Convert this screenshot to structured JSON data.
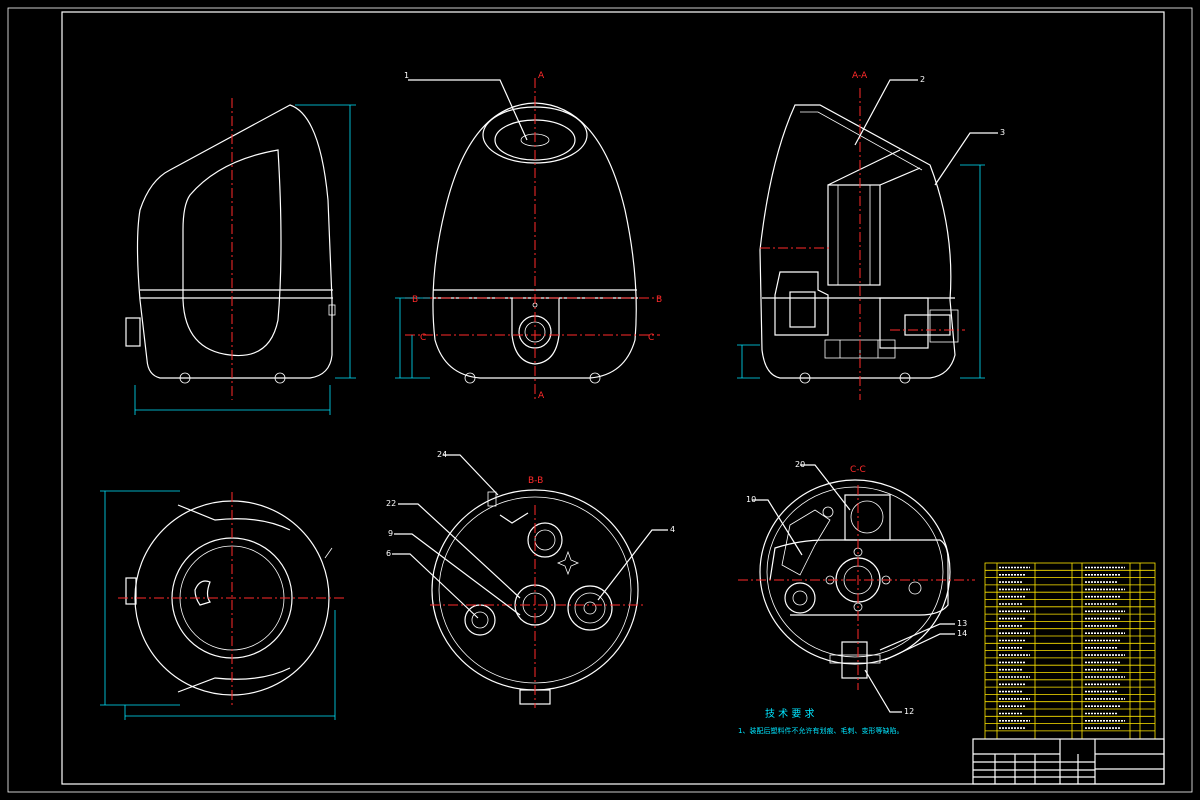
{
  "section_labels": {
    "a_top": "A",
    "a_bottom": "A",
    "b_left": "B",
    "b_right": "B",
    "c_left": "C",
    "c_right": "C",
    "aa_title": "A-A",
    "bb_title": "B-B",
    "cc_title": "C-C"
  },
  "balloons": {
    "front": "1",
    "aa_1": "2",
    "aa_2": "3",
    "bb_top": "24",
    "bb_22": "22",
    "bb_9": "9",
    "bb_6": "6",
    "bb_4": "4",
    "cc_20": "20",
    "cc_10": "10",
    "cc_13": "13",
    "cc_14": "14",
    "cc_12": "12"
  },
  "technical_requirements": {
    "title": "技 术 要 求",
    "item1": "1、装配后塑料件不允许有划痕、毛刺、变形等缺陷。"
  },
  "colors": {
    "outline": "#ffffff",
    "centerline": "#ff2a2a",
    "dimension": "#00e5ff",
    "table": "#ffe600"
  }
}
